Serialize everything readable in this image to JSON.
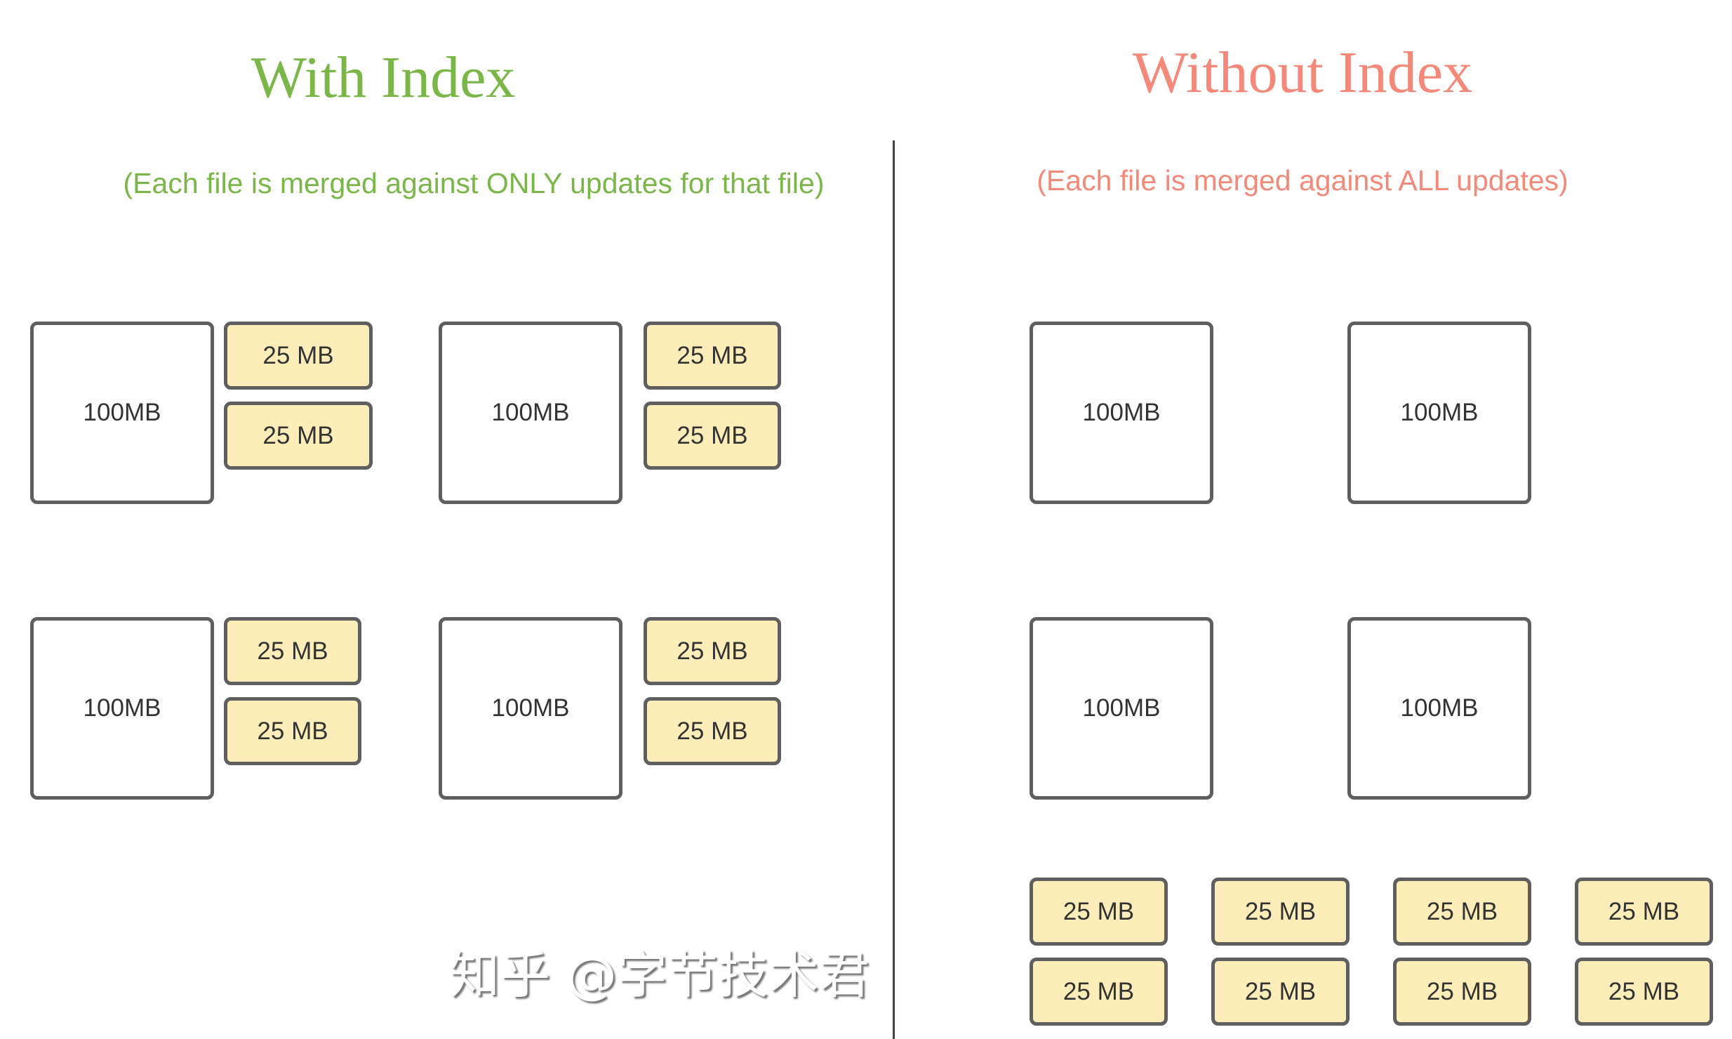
{
  "left": {
    "title": "With Index",
    "subtitle": "(Each file is merged against ONLY updates for that file)",
    "color": "#7ab648",
    "file_label": "100MB",
    "update_label": "25 MB"
  },
  "right": {
    "title": "Without Index",
    "subtitle": "(Each file is merged against ALL updates)",
    "color": "#f4897a",
    "file_label": "100MB",
    "update_label": "25 MB"
  },
  "colors": {
    "update_fill": "#fdeeb9",
    "border": "#5f5f5f"
  },
  "watermark": "知乎 @字节技术君"
}
